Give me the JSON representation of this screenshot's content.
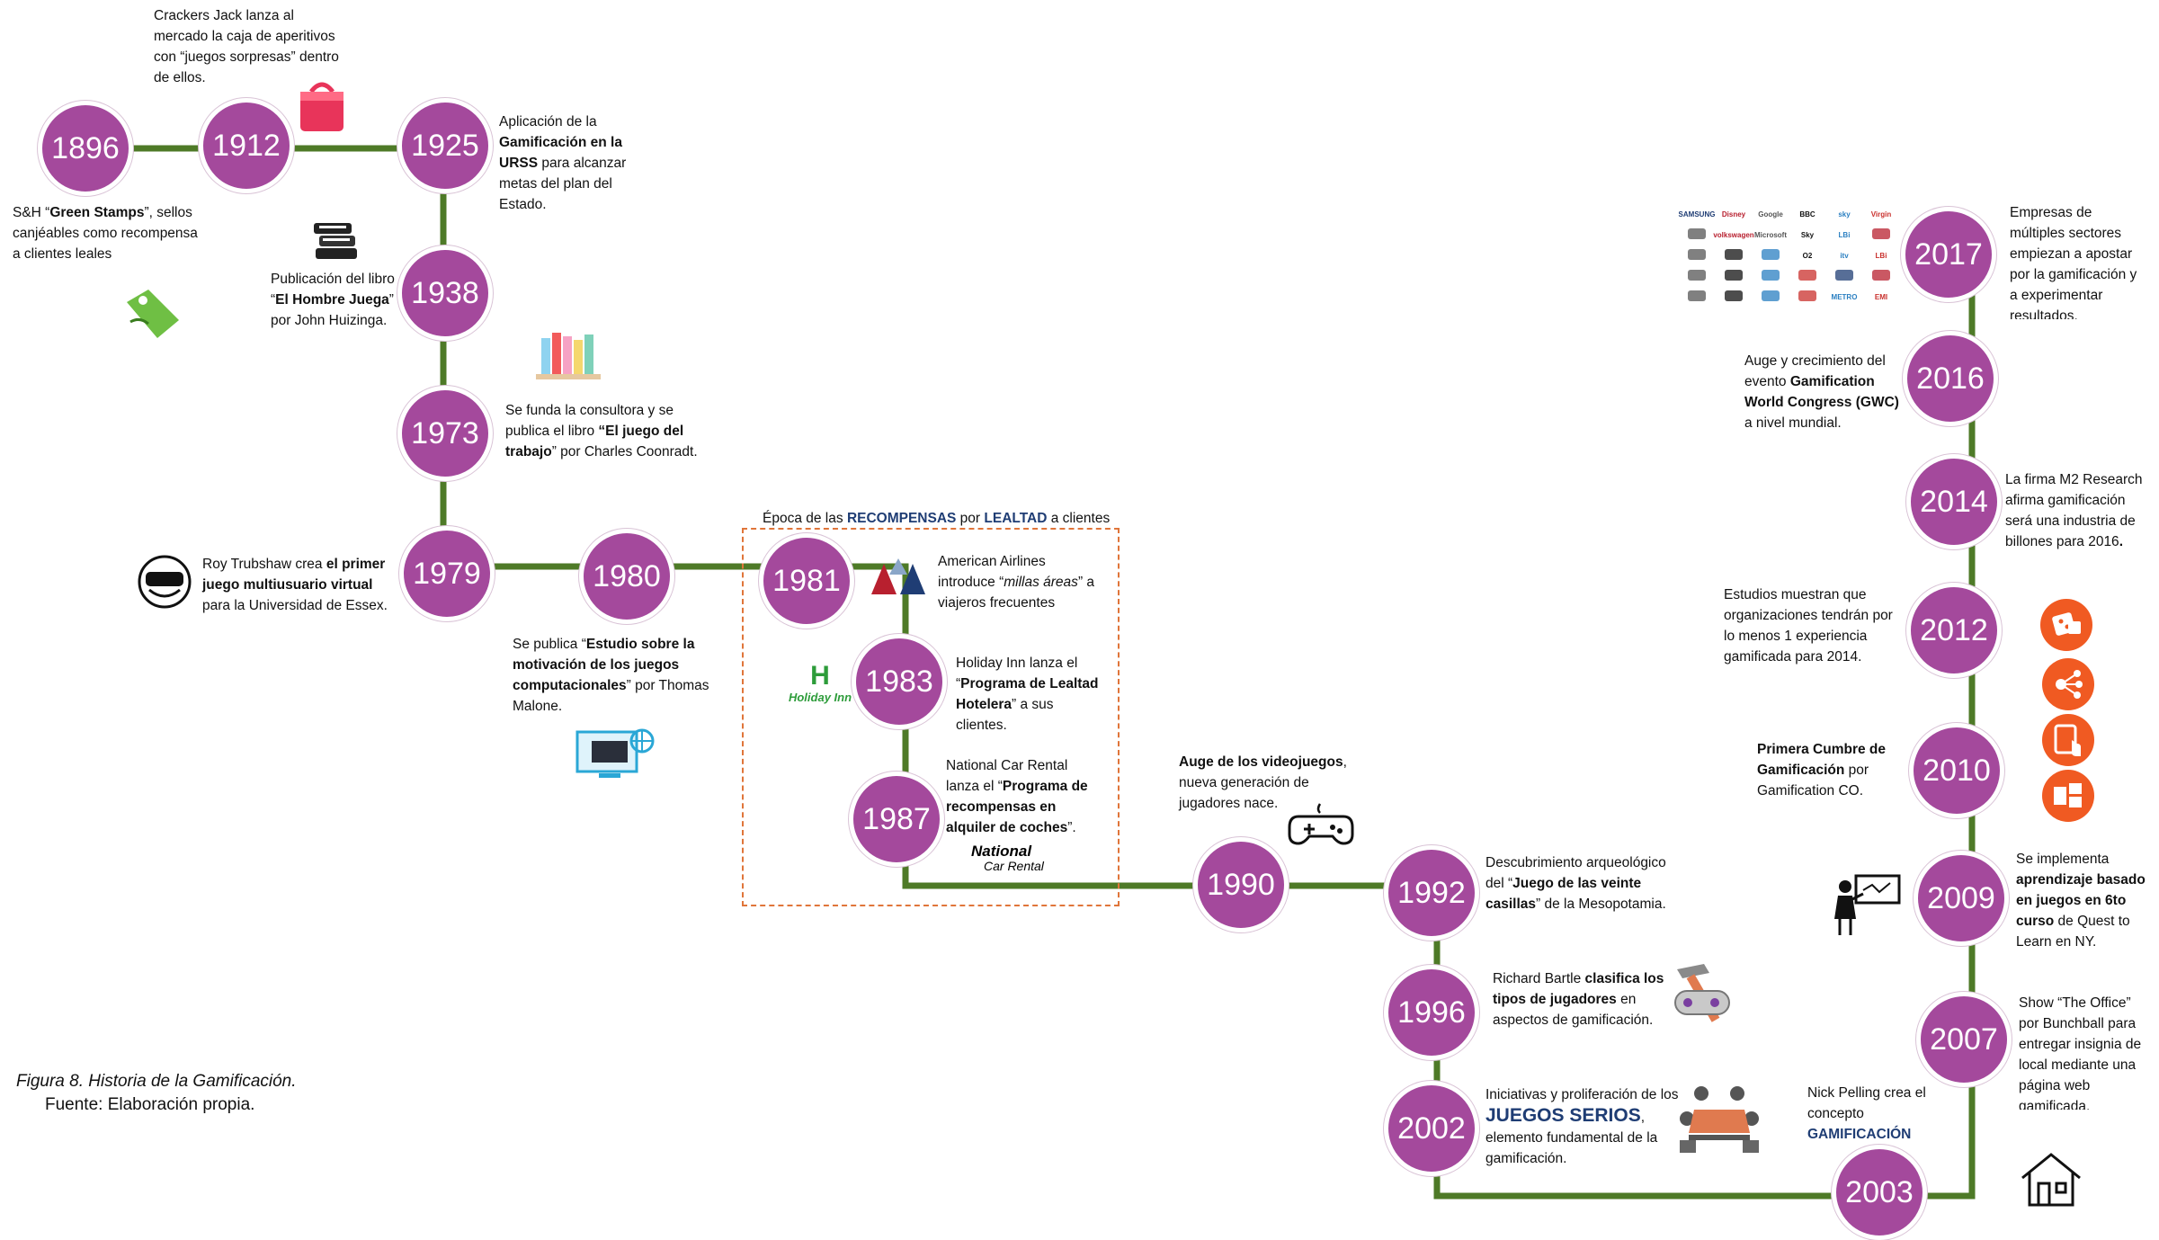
{
  "epoch": {
    "pre": "Época de las ",
    "w1": "RECOMPENSAS",
    "mid": " por ",
    "w2": "LEALTAD",
    "post": " a clientes"
  },
  "caption": {
    "figure": "Figura 8. Historia de la Gamificación.",
    "source": "Fuente: Elaboración propia."
  },
  "colors": {
    "node": "#a4499c",
    "line": "#4e7a27",
    "accent_blue": "#1f3d74",
    "box": "#e0753a"
  },
  "nodes": [
    {
      "year": "1896"
    },
    {
      "year": "1912"
    },
    {
      "year": "1925"
    },
    {
      "year": "1938"
    },
    {
      "year": "1973"
    },
    {
      "year": "1979"
    },
    {
      "year": "1980"
    },
    {
      "year": "1981"
    },
    {
      "year": "1983"
    },
    {
      "year": "1987"
    },
    {
      "year": "1990"
    },
    {
      "year": "1992"
    },
    {
      "year": "1996"
    },
    {
      "year": "2002"
    },
    {
      "year": "2003"
    },
    {
      "year": "2007"
    },
    {
      "year": "2009"
    },
    {
      "year": "2010"
    },
    {
      "year": "2012"
    },
    {
      "year": "2014"
    },
    {
      "year": "2016"
    },
    {
      "year": "2017"
    }
  ],
  "events": {
    "e1896": {
      "a": "S&H “",
      "b": "Green Stamps",
      "c": "”,  sellos canjéables como recompensa a clientes leales"
    },
    "e1912": {
      "a": "Crackers Jack lanza al mercado la caja de aperitivos con “juegos sorpresas” dentro de ellos."
    },
    "e1925": {
      "a": "Aplicación de la ",
      "b": "Gamificación en la URSS",
      "c": " para alcanzar metas del plan del Estado."
    },
    "e1938": {
      "a": "Publicación del libro “",
      "b": "El Hombre Juega",
      "c": "” por John Huizinga."
    },
    "e1973": {
      "a": "Se funda la consultora y se publica el libro ",
      "b": "“El juego del trabajo",
      "c": "” por Charles Coonradt."
    },
    "e1979": {
      "a": "Roy Trubshaw crea ",
      "b": "el primer juego multiusuario virtual",
      "c": " para la Universidad de Essex."
    },
    "e1980": {
      "a": "Se publica “",
      "b": "Estudio sobre la motivación de los juegos computacionales",
      "c": "” por Thomas Malone."
    },
    "e1981": {
      "a": "American Airlines introduce “",
      "i": "millas áreas",
      "c": "” a viajeros frecuentes"
    },
    "e1983": {
      "a": "Holiday Inn lanza el “",
      "b": "Programa de Lealtad Hotelera",
      "c": "” a sus clientes."
    },
    "e1987": {
      "a": "National Car Rental lanza el “",
      "b": "Programa de recompensas en alquiler de coches",
      "c": "”."
    },
    "e1990": {
      "b": "Auge de los videojuegos",
      "c": ", nueva generación de jugadores nace."
    },
    "e1992": {
      "a": "Descubrimiento arqueológico del “",
      "b": "Juego de las veinte casillas",
      "c": "” de la Mesopotamia."
    },
    "e1996": {
      "a": "Richard Bartle ",
      "b": "clasifica los tipos de jugadores",
      "c": " en aspectos de gamificación."
    },
    "e2002": {
      "a": "Iniciativas y proliferación de los ",
      "b": "JUEGOS SERIOS",
      "c": ", elemento fundamental de la gamificación."
    },
    "e2003": {
      "a": "Nick Pelling crea el concepto ",
      "b": "GAMIFICACIÓN"
    },
    "e2007": {
      "a": "Show “The Office” por Bunchball para entregar insignia de local mediante una página web gamificada."
    },
    "e2009": {
      "a": "Se implementa ",
      "b": "aprendizaje basado en juegos en 6to curso",
      "c": " de Quest to Learn en NY."
    },
    "e2010": {
      "b": "Primera Cumbre de Gamificación",
      "c": " por Gamification CO."
    },
    "e2012": {
      "a": "Estudios muestran que organizaciones tendrán por lo menos 1 experiencia gamificada para 2014."
    },
    "e2014": {
      "a": "La firma M2 Research afirma gamificación será una industria de billones para 2016",
      "b": "."
    },
    "e2016": {
      "a": "Auge y crecimiento del evento ",
      "b": "Gamification World Congress (GWC)",
      "c": " a nivel mundial."
    },
    "e2017": {
      "a": "Empresas de múltiples sectores empiezan a apostar por la gamificación y a experimentar resultados."
    }
  },
  "logos": {
    "holiday": "Holiday Inn",
    "national1": "National",
    "national2": "Car Rental",
    "grid": [
      "SAMSUNG",
      "Disney",
      "Google",
      "BBC",
      "sky",
      "Virgin",
      "",
      "volkswagen",
      "Microsoft",
      "Sky",
      "LBi",
      "",
      "",
      "",
      "",
      "O2",
      "itv",
      "LBi",
      "",
      "",
      "",
      "",
      "",
      "",
      "",
      "",
      "",
      "",
      "METRO",
      "EMI",
      "",
      ""
    ]
  },
  "icons": [
    "gift-box-icon",
    "price-tag-icon",
    "books-stack-icon",
    "bookshelf-icon",
    "vr-headset-icon",
    "computer-screen-icon",
    "american-airlines-logo",
    "holiday-inn-logo",
    "national-car-rental-logo",
    "gamepad-icon",
    "hammer-controller-icon",
    "meeting-table-icon",
    "home-icon",
    "teacher-board-icon",
    "dice-icon",
    "network-icon",
    "touch-icon",
    "cards-icon",
    "brand-logos-grid"
  ]
}
